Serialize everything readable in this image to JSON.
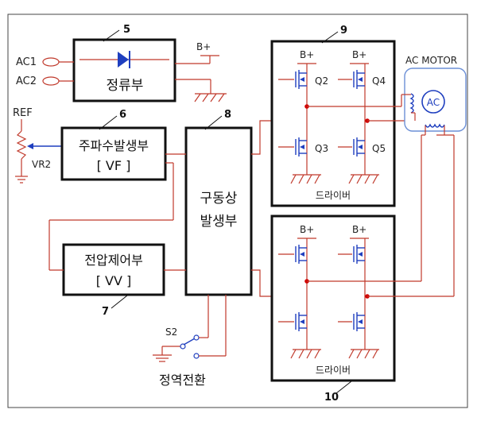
{
  "inputs": {
    "ac1": "AC1",
    "ac2": "AC2",
    "ref": "REF",
    "vr2": "VR2"
  },
  "rails": {
    "bplus": "B+"
  },
  "blocks": {
    "rectifier": {
      "number": "5",
      "label": "정류부"
    },
    "freq": {
      "number": "6",
      "label": "주파수발생부",
      "code": "[ VF ]"
    },
    "phase": {
      "number": "8",
      "line1": "구동상",
      "line2": "발생부"
    },
    "volt": {
      "number": "7",
      "label": "전압제어부",
      "code": "[ VV ]"
    }
  },
  "switch": {
    "label": "S2",
    "caption": "정역전환"
  },
  "drivers": {
    "upper": {
      "number": "9",
      "label": "드라이버",
      "q_tl": "Q2",
      "q_tr": "Q4",
      "q_bl": "Q3",
      "q_br": "Q5"
    },
    "lower": {
      "number": "10",
      "label": "드라이버"
    }
  },
  "motor": {
    "label": "AC MOTOR",
    "symbol": "AC"
  }
}
